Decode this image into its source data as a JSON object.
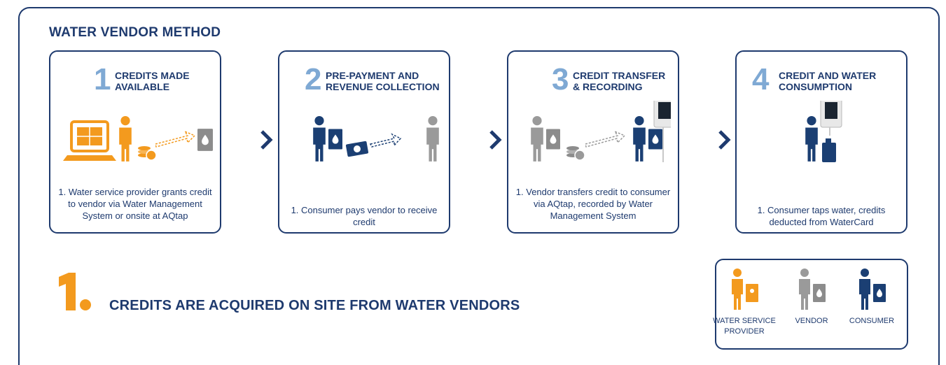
{
  "title": "WATER VENDOR METHOD",
  "steps": [
    {
      "number": "1",
      "title_line1": "CREDITS MADE",
      "title_line2": "AVAILABLE",
      "caption": "1. Water service provider grants credit to vendor via Water Management System or onsite at AQtap"
    },
    {
      "number": "2",
      "title_line1": "PRE-PAYMENT AND",
      "title_line2": "REVENUE COLLECTION",
      "caption": "1. Consumer pays vendor to receive credit"
    },
    {
      "number": "3",
      "title_line1": "CREDIT TRANSFER",
      "title_line2": "& RECORDING",
      "caption": "1. Vendor transfers credit to consumer via AQtap, recorded by Water Management System"
    },
    {
      "number": "4",
      "title_line1": "CREDIT AND WATER",
      "title_line2": "CONSUMPTION",
      "caption": "1. Consumer taps water, credits deducted from WaterCard"
    }
  ],
  "summary": "CREDITS ARE ACQUIRED ON SITE FROM WATER VENDORS",
  "legend": [
    {
      "label": "WATER SERVICE PROVIDER"
    },
    {
      "label": "VENDOR"
    },
    {
      "label": "CONSUMER"
    }
  ],
  "colors": {
    "navy": "#1e3a6e",
    "orange": "#f39a1e",
    "gray": "#9a9a9a",
    "light_blue": "#7fa9d4",
    "dark_blue": "#1b3f73"
  }
}
